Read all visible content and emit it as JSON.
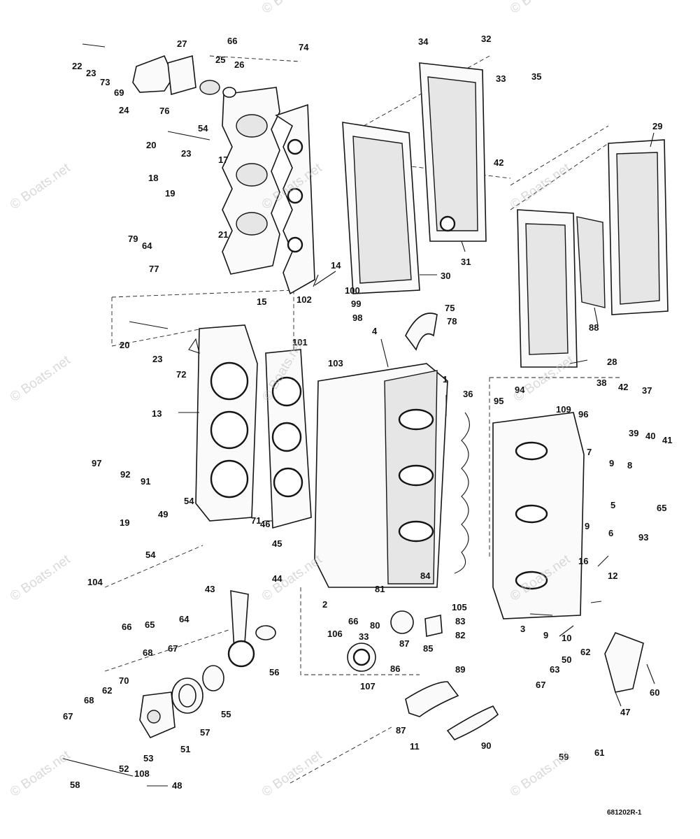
{
  "diagram": {
    "drawing_code": "681202R-1",
    "watermark": "© Boats.net",
    "callouts": [
      "1",
      "2",
      "3",
      "4",
      "5",
      "6",
      "7",
      "8",
      "9",
      "10",
      "11",
      "12",
      "13",
      "14",
      "15",
      "16",
      "17",
      "18",
      "19",
      "20",
      "21",
      "22",
      "23",
      "24",
      "25",
      "26",
      "27",
      "28",
      "29",
      "30",
      "31",
      "32",
      "33",
      "34",
      "35",
      "36",
      "37",
      "38",
      "39",
      "40",
      "41",
      "42",
      "43",
      "44",
      "45",
      "46",
      "47",
      "48",
      "49",
      "50",
      "51",
      "52",
      "53",
      "54",
      "55",
      "56",
      "57",
      "58",
      "59",
      "60",
      "61",
      "62",
      "63",
      "64",
      "65",
      "66",
      "67",
      "68",
      "69",
      "70",
      "71",
      "72",
      "73",
      "74",
      "75",
      "76",
      "77",
      "78",
      "79",
      "80",
      "81",
      "82",
      "83",
      "84",
      "85",
      "86",
      "87",
      "88",
      "89",
      "90",
      "91",
      "92",
      "93",
      "94",
      "95",
      "96",
      "97",
      "98",
      "99",
      "100",
      "101",
      "102",
      "103",
      "104",
      "105",
      "106",
      "107",
      "108",
      "109"
    ]
  }
}
